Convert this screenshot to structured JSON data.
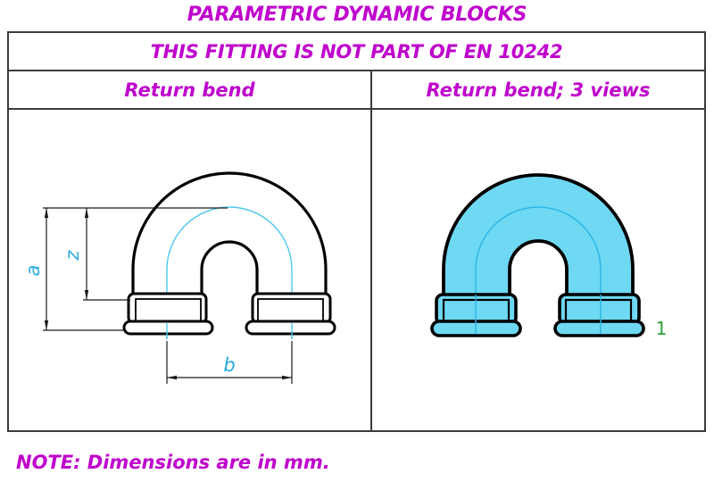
{
  "title": "PARAMETRIC DYNAMIC BLOCKS",
  "banner": "THIS FITTING IS NOT PART OF EN 10242",
  "columns": {
    "left_header": "Return bend",
    "right_header": "Return bend; 3 views"
  },
  "drawing": {
    "dim_a": "a",
    "dim_z": "z",
    "dim_b": "b",
    "view_number": "1"
  },
  "note": "NOTE: Dimensions are in mm.",
  "colors": {
    "heading_magenta": "#bf00cc",
    "dimension_label_blue": "#29abe2",
    "centerline_cyan": "#4cc9ee",
    "fitting_fill_cyan": "#6fd8f2",
    "view_number_green": "#2ea13a",
    "table_border_gray": "#3c3c3c",
    "outline_black": "#000000"
  }
}
